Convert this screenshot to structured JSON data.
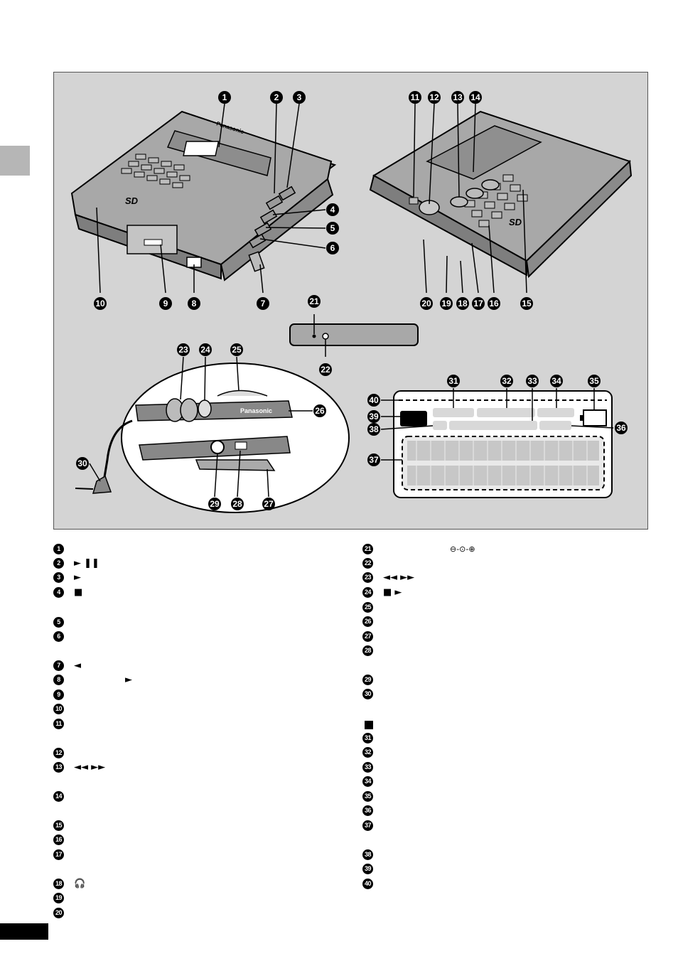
{
  "brand": "Panasonic",
  "sd_logo": "SD",
  "callouts": {
    "front": [
      "1",
      "2",
      "3",
      "4",
      "5",
      "6",
      "7",
      "8",
      "9",
      "10"
    ],
    "back": [
      "11",
      "12",
      "13",
      "14",
      "15",
      "16",
      "17",
      "18",
      "19",
      "20"
    ],
    "edge": [
      "21",
      "22"
    ],
    "remote": [
      "23",
      "24",
      "25",
      "26",
      "27",
      "28",
      "29",
      "30"
    ],
    "display": [
      "31",
      "32",
      "33",
      "34",
      "35",
      "36",
      "37",
      "38",
      "39",
      "40"
    ]
  },
  "legend_left": [
    {
      "num": "1",
      "sym": ""
    },
    {
      "num": "2",
      "sym": "► ❚❚"
    },
    {
      "num": "3",
      "sym": "►"
    },
    {
      "num": "4",
      "sym": "■"
    },
    {
      "num": "5",
      "sym": ""
    },
    {
      "num": "6",
      "sym": ""
    },
    {
      "num": "7",
      "sym": "◄"
    },
    {
      "num": "8",
      "sym": "►"
    },
    {
      "num": "9",
      "sym": ""
    },
    {
      "num": "10",
      "sym": ""
    },
    {
      "num": "11",
      "sym": ""
    },
    {
      "num": "12",
      "sym": ""
    },
    {
      "num": "13",
      "sym": "◄◄  ►►"
    },
    {
      "num": "14",
      "sym": ""
    },
    {
      "num": "15",
      "sym": ""
    },
    {
      "num": "16",
      "sym": ""
    },
    {
      "num": "17",
      "sym": ""
    },
    {
      "num": "18",
      "sym": "🎧"
    },
    {
      "num": "19",
      "sym": ""
    },
    {
      "num": "20",
      "sym": ""
    }
  ],
  "legend_right": [
    {
      "num": "21",
      "sym": "⊖-⊙-⊕"
    },
    {
      "num": "22",
      "sym": ""
    },
    {
      "num": "23",
      "sym": "◄◄  ►►"
    },
    {
      "num": "24",
      "sym": "■ ►"
    },
    {
      "num": "25",
      "sym": ""
    },
    {
      "num": "26",
      "sym": ""
    },
    {
      "num": "27",
      "sym": ""
    },
    {
      "num": "28",
      "sym": ""
    },
    {
      "num": "29",
      "sym": ""
    },
    {
      "num": "30",
      "sym": ""
    },
    {
      "num": "31",
      "sym": ""
    },
    {
      "num": "32",
      "sym": ""
    },
    {
      "num": "33",
      "sym": ""
    },
    {
      "num": "34",
      "sym": ""
    },
    {
      "num": "35",
      "sym": ""
    },
    {
      "num": "36",
      "sym": ""
    },
    {
      "num": "37",
      "sym": ""
    },
    {
      "num": "38",
      "sym": ""
    },
    {
      "num": "39",
      "sym": ""
    },
    {
      "num": "40",
      "sym": ""
    }
  ]
}
